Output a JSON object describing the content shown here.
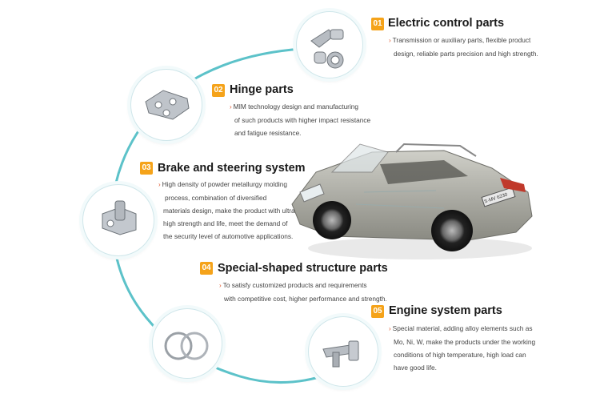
{
  "sections": [
    {
      "num": "01",
      "title": "Electric control parts",
      "lines": [
        "Transmission or auxiliary parts, flexible product",
        "design, reliable parts precision and high strength."
      ]
    },
    {
      "num": "02",
      "title": "Hinge parts",
      "lines": [
        "MIM technology design and manufacturing",
        "of such products with higher impact resistance",
        "and fatigue resistance."
      ]
    },
    {
      "num": "03",
      "title": "Brake and steering system",
      "lines": [
        "High density of powder metallurgy molding",
        "process, combination of diversified",
        "materials design, make the product with ultra",
        "high strength and life, meet the demand of",
        "the security level of automotive applications."
      ]
    },
    {
      "num": "04",
      "title": "Special-shaped structure parts",
      "lines": [
        "To satisfy customized products and requirements",
        "with competitive cost, higher performance and strength."
      ]
    },
    {
      "num": "05",
      "title": "Engine system parts",
      "lines": [
        "Special material, adding alloy elements such as",
        "Mo, Ni, W, make the products under the working",
        "conditions of high temperature, high load can",
        "have good life."
      ]
    }
  ],
  "car": {
    "plate": "S·MV 6230"
  },
  "colors": {
    "badge": "#f5a31a",
    "arrow": "#e0562a",
    "ring": "#5cc2c9"
  }
}
